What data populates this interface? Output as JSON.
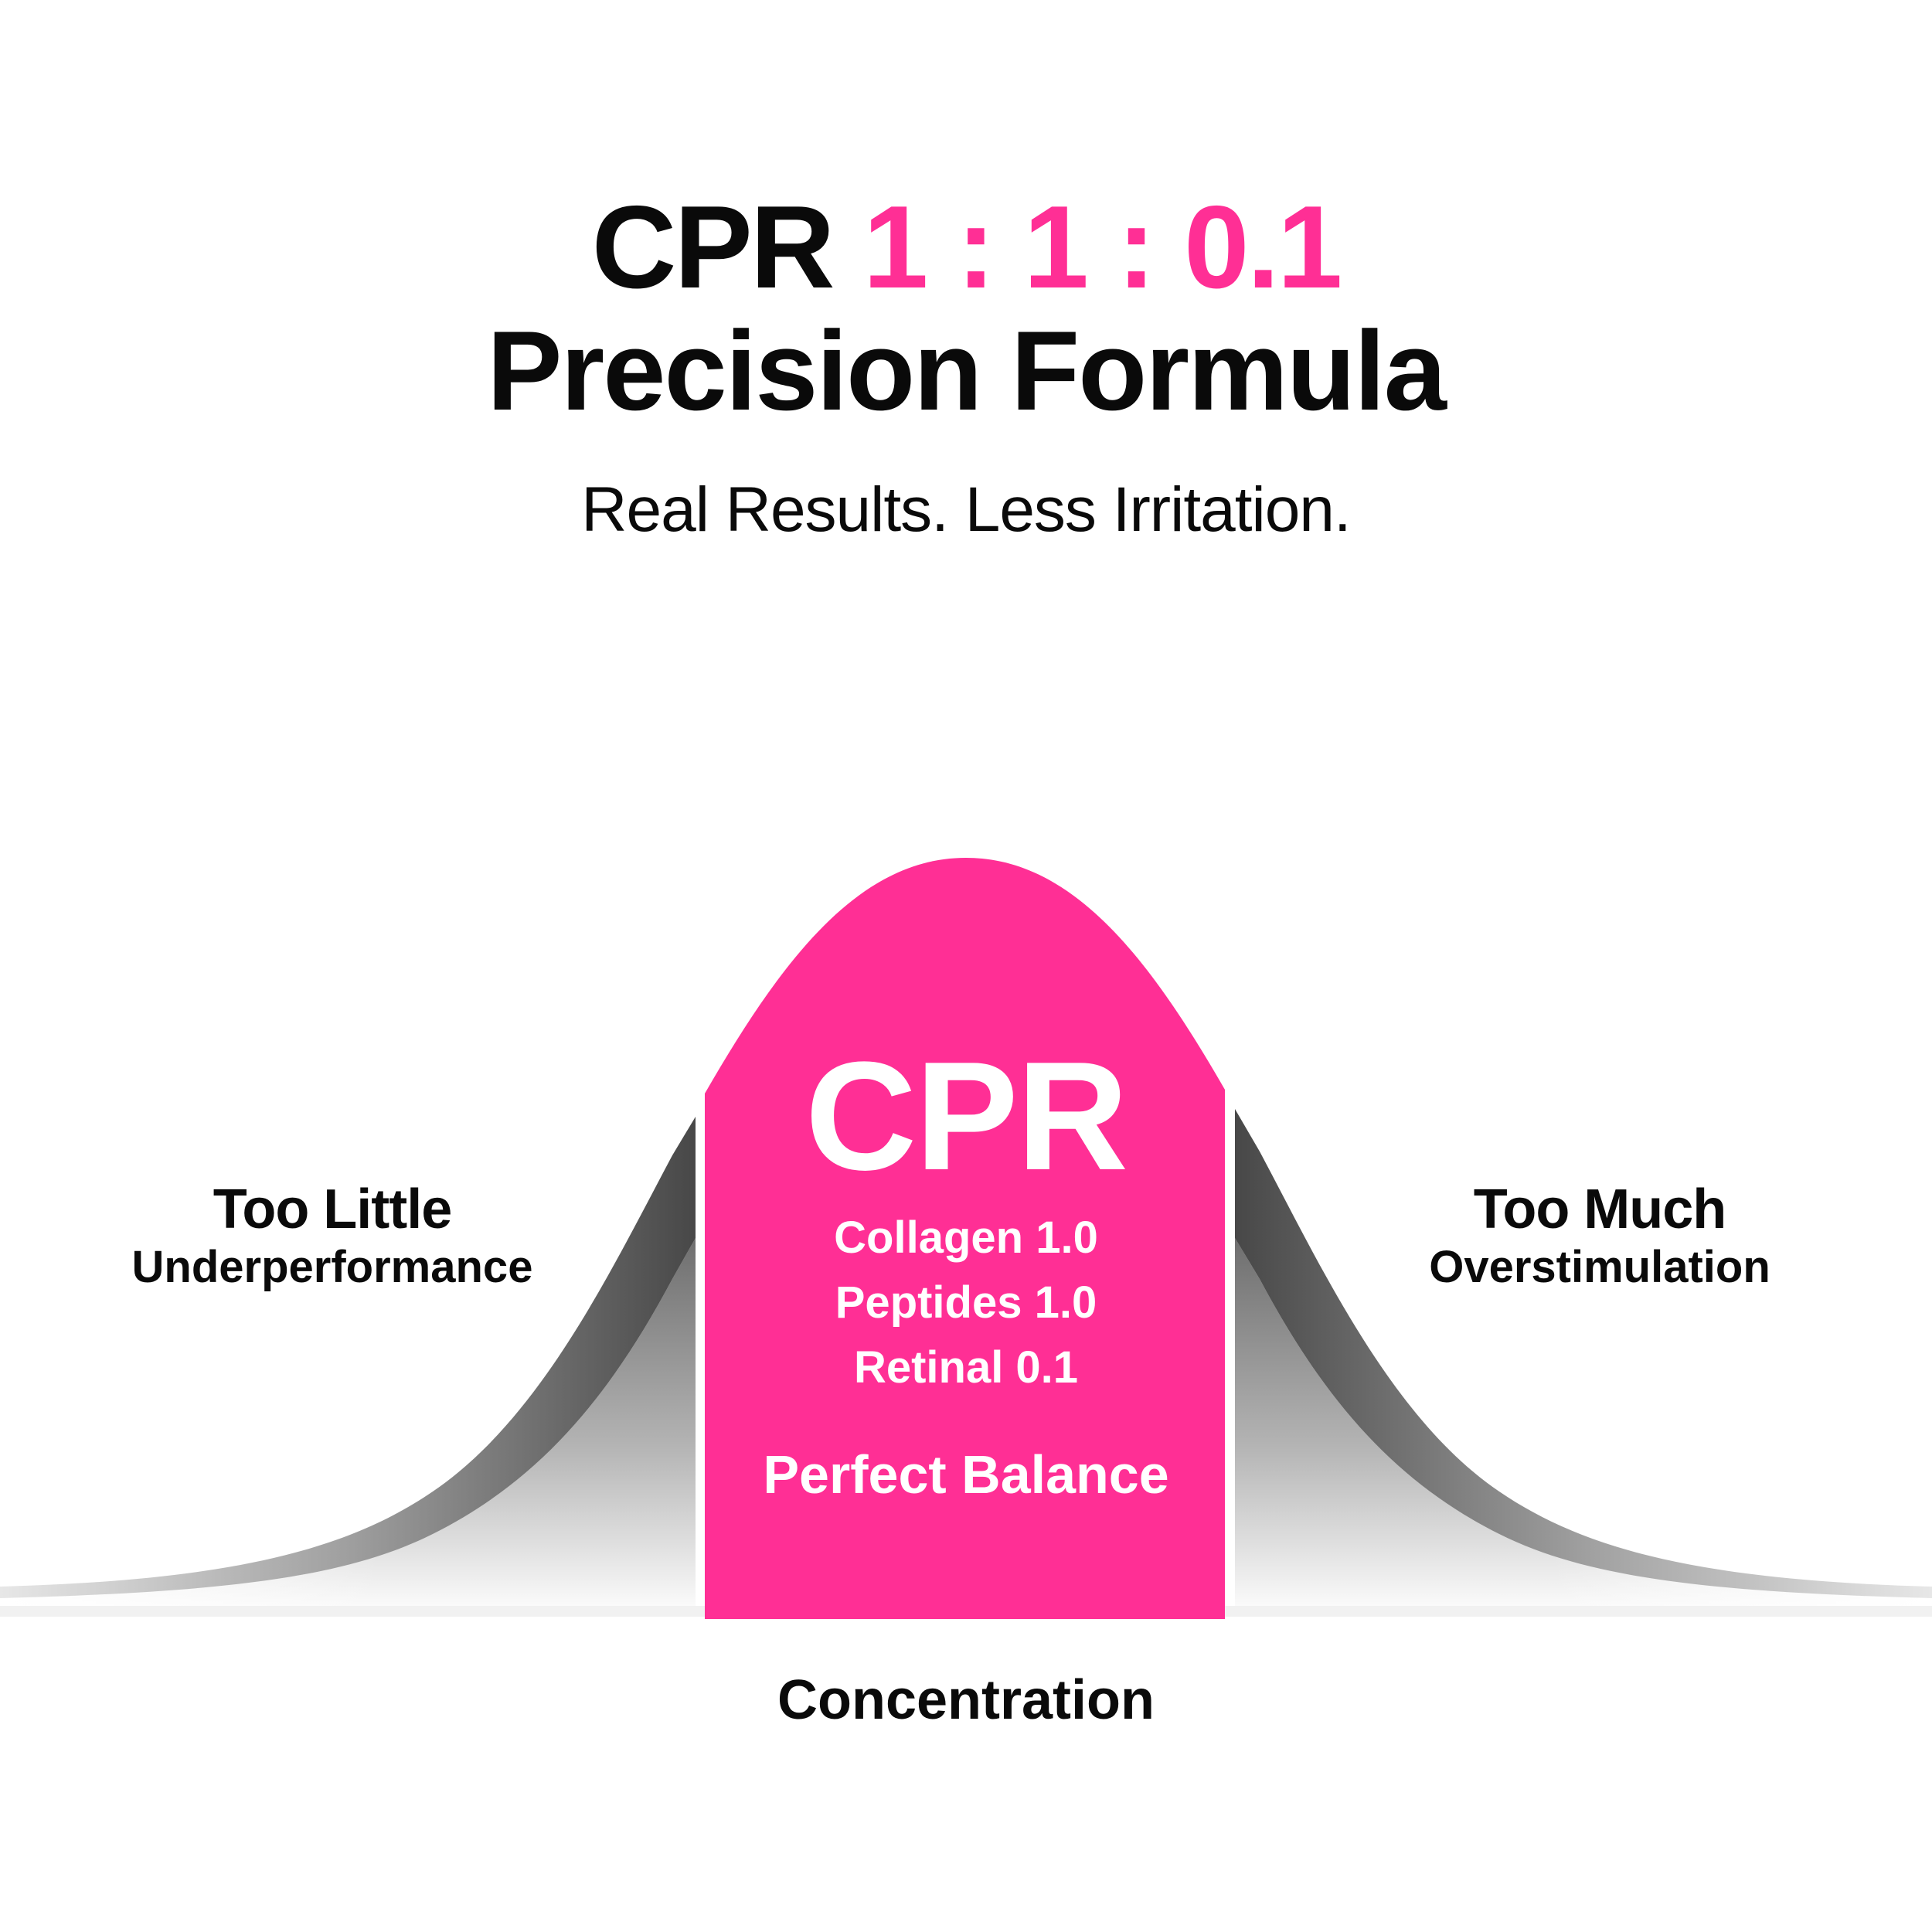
{
  "header": {
    "title_prefix": "CPR",
    "title_ratio": "1 : 1 : 0.1",
    "title_line2": "Precision Formula",
    "subtitle": "Real Results. Less Irritation."
  },
  "diagram": {
    "left": {
      "heading": "Too Little",
      "subheading": "Underperformance"
    },
    "right": {
      "heading": "Too Much",
      "subheading": "Overstimulation"
    },
    "center": {
      "title": "CPR",
      "ingredients": [
        "Collagen 1.0",
        "Peptides 1.0",
        "Retinal 0.1"
      ],
      "balance": "Perfect Balance"
    },
    "axis_label": "Concentration"
  },
  "colors": {
    "accent": "#ff2f95",
    "text": "#0a0a0a",
    "curve_gray": "#4a4a4a",
    "background": "#ffffff"
  }
}
